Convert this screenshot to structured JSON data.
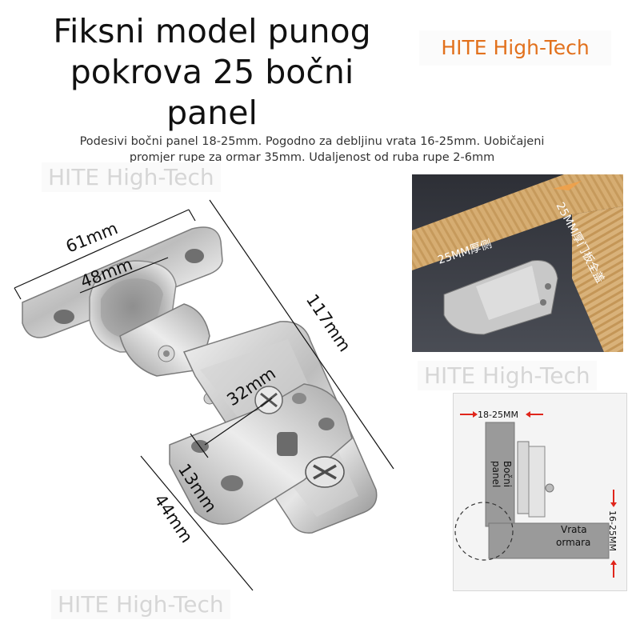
{
  "title": {
    "line1": "Fiksni model punog",
    "line2": "pokrova 25 bočni",
    "line3": "panel"
  },
  "brand": "HITE High-Tech",
  "subtitle": {
    "line1": "Podesivi bočni panel 18-25mm. Pogodno za debljinu vrata 16-25mm. Uobičajeni",
    "line2": "promjer rupe za ormar 35mm. Udaljenost od ruba rupe 2-6mm"
  },
  "watermarks": [
    "HITE High-Tech",
    "HITE High-Tech",
    "HITE High-Tech"
  ],
  "dimensions": {
    "plate_width": "61mm",
    "cup_width": "48mm",
    "total_length": "117mm",
    "cup_diameter": "32mm",
    "mount_offset": "13mm",
    "mount_length": "44mm"
  },
  "photo_labels": {
    "side": "25MM厚侧",
    "door": "25MM厚门板全盖"
  },
  "diagram": {
    "side_range": "18-25MM",
    "door_range": "16-25MM",
    "side_panel_label_1": "Bočni",
    "side_panel_label_2": "panel",
    "door_label_1": "Vrata",
    "door_label_2": "ormara"
  },
  "colors": {
    "brand": "#e2711d",
    "arrow_red": "#e0251b",
    "wood": "#d9b27a"
  }
}
